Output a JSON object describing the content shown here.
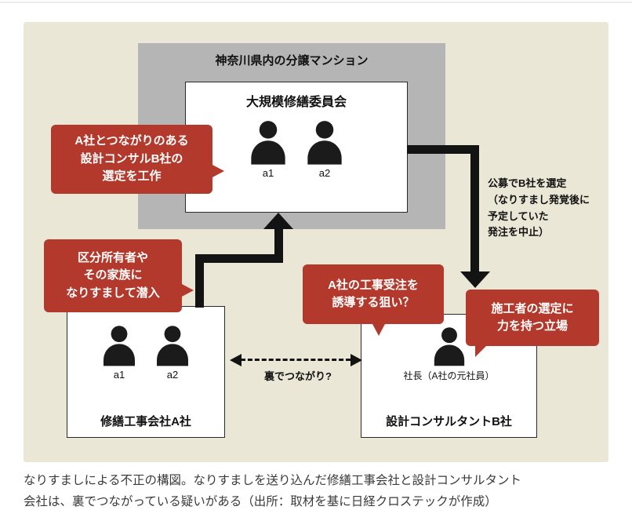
{
  "colors": {
    "panel_bg": "#eae7d6",
    "mansion_bg": "#b5b5b5",
    "bubble_red": "#b2392b",
    "arrow_black": "#131313"
  },
  "mansion": {
    "label": "神奈川県内の分譲マンション"
  },
  "committee": {
    "title": "大規模修繕委員会",
    "member1": "a1",
    "member2": "a2"
  },
  "bubbles": {
    "select": {
      "line1": "A社とつながりのある",
      "line2": "設計コンサルB社の",
      "line3": "選定を工作"
    },
    "infiltrate": {
      "line1": "区分所有者や",
      "line2": "その家族に",
      "line3": "なりすまして潜入"
    },
    "aim": {
      "line1": "A社の工事受注を",
      "line2": "誘導する狙い？"
    },
    "power": {
      "line1": "施工者の選定に",
      "line2": "力を持つ立場"
    }
  },
  "notes": {
    "selection": {
      "line1": "公募でB社を選定",
      "line2": "（なりすまし発覚後に",
      "line3": "予定していた",
      "line4": "発注を中止）"
    },
    "dashed_label": "裏でつながり?"
  },
  "company_a": {
    "member1": "a1",
    "member2": "a2",
    "label": "修繕工事会社A社"
  },
  "company_b": {
    "president": "社長（A社の元社員）",
    "label": "設計コンサルタントB社"
  },
  "caption": {
    "line1": "なりすましによる不正の構図。なりすましを送り込んだ修繕工事会社と設計コンサルタント",
    "line2": "会社は、裏でつながっている疑いがある（出所：取材を基に日経クロステックが作成）"
  }
}
